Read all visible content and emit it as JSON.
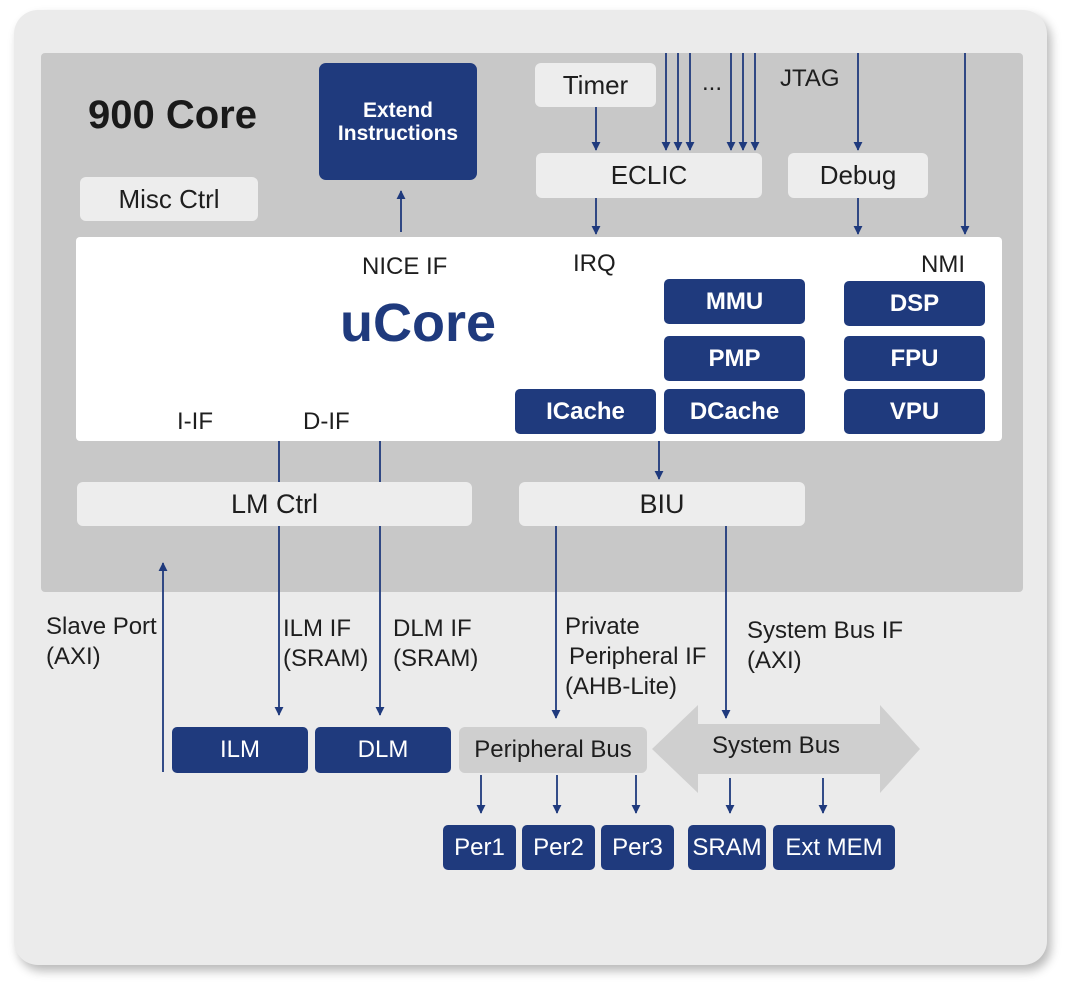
{
  "core": {
    "title": "900 Core"
  },
  "blocks": {
    "extend": "Extend Instructions",
    "misc": "Misc Ctrl",
    "timer": "Timer",
    "eclic": "ECLIC",
    "debug": "Debug",
    "lm_ctrl": "LM Ctrl",
    "biu": "BIU"
  },
  "signals": {
    "jtag": "JTAG",
    "ellipsis": "...",
    "nice_if": "NICE IF",
    "irq": "IRQ",
    "nmi": "NMI",
    "i_if": "I-IF",
    "d_if": "D-IF"
  },
  "ucore": {
    "title": "uCore",
    "units": {
      "mmu": "MMU",
      "pmp": "PMP",
      "icache": "ICache",
      "dcache": "DCache",
      "dsp": "DSP",
      "fpu": "FPU",
      "vpu": "VPU"
    }
  },
  "interfaces": {
    "slave_port": [
      "Slave Port",
      "(AXI)"
    ],
    "ilm_if": [
      "ILM IF",
      "(SRAM)"
    ],
    "dlm_if": [
      "DLM IF",
      "(SRAM)"
    ],
    "private_periph": [
      "Private",
      "Peripheral IF",
      "(AHB-Lite)"
    ],
    "system_bus_if": [
      "System Bus IF",
      "(AXI)"
    ]
  },
  "bottom": {
    "ilm": "ILM",
    "dlm": "DLM",
    "peripheral_bus": "Peripheral Bus",
    "system_bus": "System Bus",
    "per1": "Per1",
    "per2": "Per2",
    "per3": "Per3",
    "sram": "SRAM",
    "ext_mem": "Ext MEM"
  },
  "colors": {
    "dark_block": "#1f3a7d",
    "arrow": "#1f3a7d",
    "light_block": "#ededed",
    "core_bg": "#c8c8c8"
  }
}
